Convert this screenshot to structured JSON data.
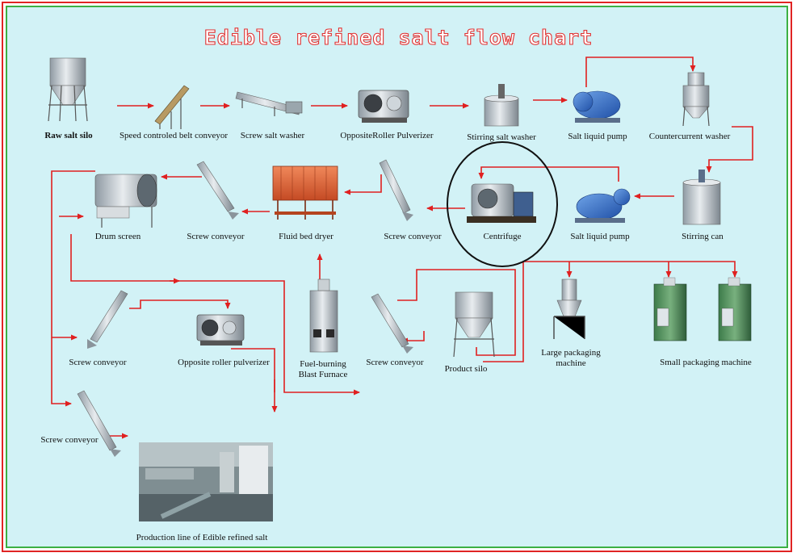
{
  "title": "Edible refined salt flow chart",
  "colors": {
    "arrow": "#e02020",
    "background": "#d2f2f6",
    "outer_border": "#e02424",
    "inner_border": "#3cb043",
    "title_stroke": "#e03030"
  },
  "nodes": {
    "raw_salt_silo": "Raw salt silo",
    "belt_conveyor": "Speed controled belt conveyor",
    "screw_salt_washer": "Screw salt washer",
    "opposite_roller_pulverizer_top": "OppositeRoller Pulverizer",
    "stirring_salt_washer": "Stirring salt washer",
    "salt_liquid_pump_top": "Salt liquid pump",
    "countercurrent_washer": "Countercurrent washer",
    "stirring_can": "Stirring can",
    "salt_liquid_pump_mid": "Salt liquid pump",
    "centrifuge": "Centrifuge",
    "screw_conveyor_mid_right": "Screw conveyor",
    "fluid_bed_dryer": "Fluid bed dryer",
    "screw_conveyor_mid_left": "Screw conveyor",
    "drum_screen": "Drum screen",
    "screw_conveyor_low_left": "Screw conveyor",
    "opposite_roller_pulverizer_low": "Opposite roller pulverizer",
    "blast_furnace": "Fuel-burning Blast Furnace",
    "screw_conveyor_low_center": "Screw conveyor",
    "product_silo": "Product silo",
    "large_packaging_machine": "Large packaging machine",
    "small_packaging_machine": "Small packaging machine",
    "screw_conveyor_bottom": "Screw conveyor",
    "production_line": "Production line of Edible refined salt"
  }
}
